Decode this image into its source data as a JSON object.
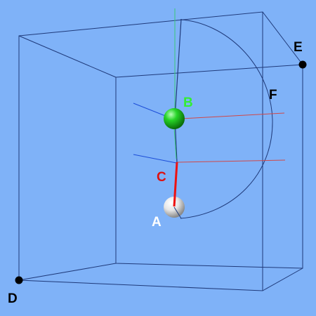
{
  "labels": {
    "A": "A",
    "B": "B",
    "C": "C",
    "D": "D",
    "E": "E",
    "F": "F"
  },
  "colors": {
    "background": "#7fb2f8",
    "wire": "#1f3a7a",
    "label_a": "#ffffff",
    "label_b": "#33ee33",
    "label_c": "#dd1111",
    "label_dark": "#000000",
    "rod_c": "#ee1111",
    "axis_green": "#38c878",
    "axis_red": "#d04848",
    "axis_blue": "#1d4ed8",
    "sphere_green": "#1fbf1f",
    "sphere_white": "#e8e8e8",
    "corner_dots": "#000000"
  }
}
